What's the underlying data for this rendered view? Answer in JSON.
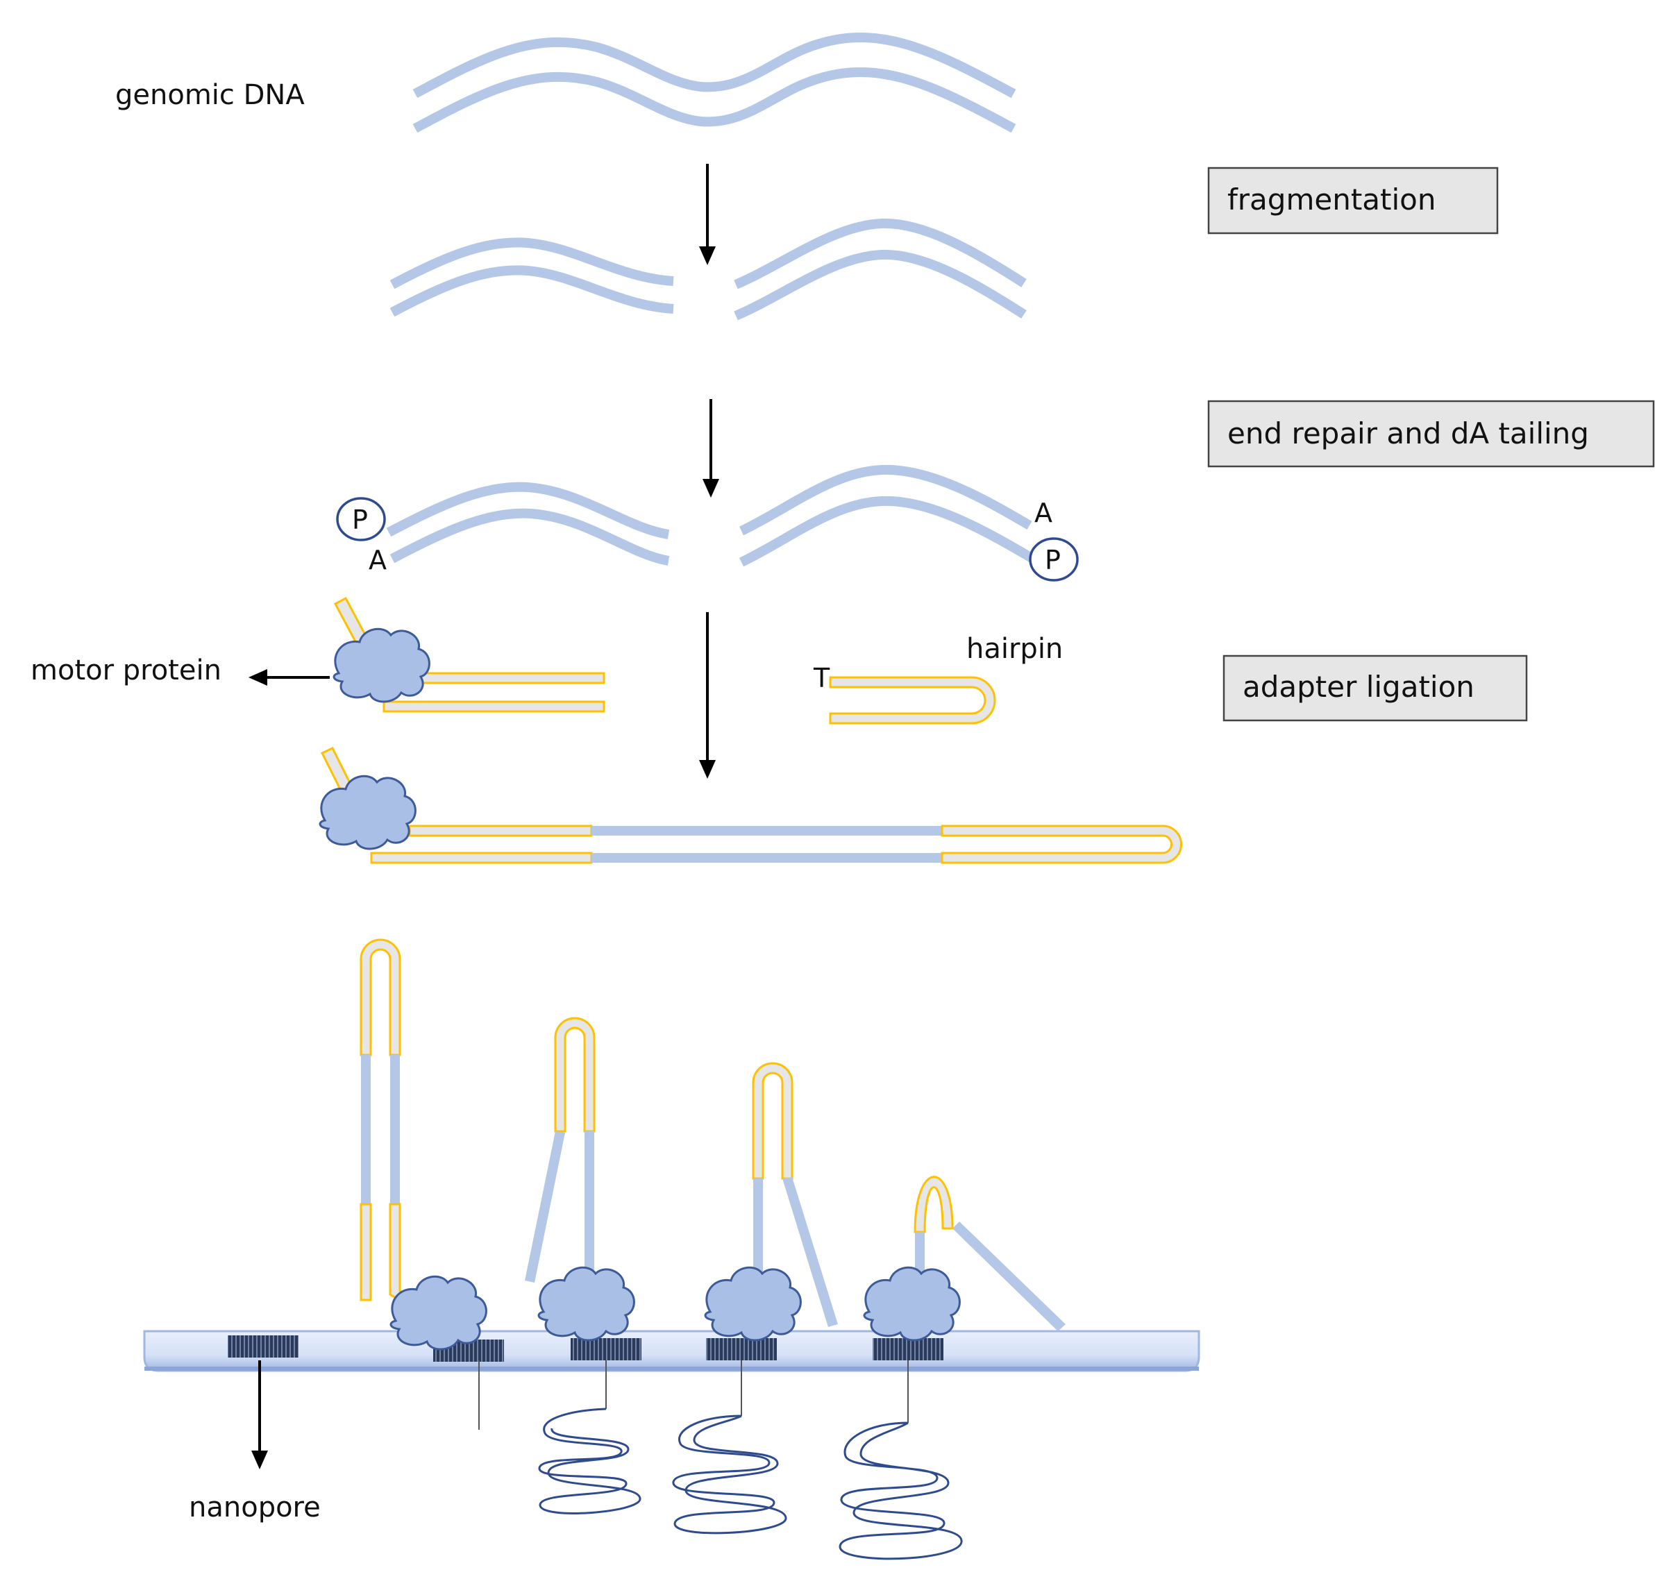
{
  "labels": {
    "genomic_dna": "genomic DNA",
    "motor_protein": "motor protein",
    "hairpin": "hairpin",
    "nanopore": "nanopore"
  },
  "steps": {
    "fragmentation": "fragmentation",
    "end_repair": "end repair and dA tailing",
    "adapter_ligation": "adapter ligation"
  },
  "ends": {
    "phosphate": "P",
    "a_tail": "A",
    "t_overhang": "T"
  },
  "colors": {
    "dna": "#b4c7e7",
    "adapter_fill": "#e7e6e6",
    "adapter_stroke": "#ffc000",
    "protein": "#a9bfe6",
    "protein_stroke": "#3d5a99",
    "strand": "#2f4b8f",
    "box_fill": "#e6e6e6"
  }
}
